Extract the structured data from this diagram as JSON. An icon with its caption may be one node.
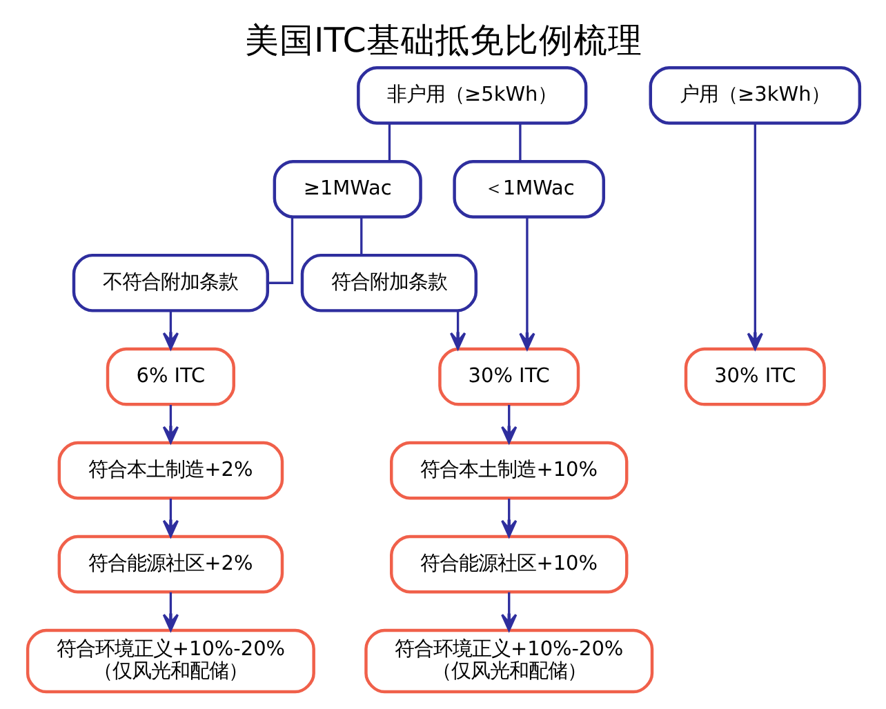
{
  "diagram": {
    "title": "美国ITC基础抵免比例梳理",
    "nodes": [
      {
        "text": [
          "非户用（≥5kWh）"
        ]
      },
      {
        "text": [
          "≥1MWac"
        ]
      },
      {
        "text": [
          "＜1MWac"
        ]
      },
      {
        "text": [
          "不符合附加条款"
        ]
      },
      {
        "text": [
          "符合附加条款"
        ]
      },
      {
        "text": [
          "6% ITC"
        ]
      },
      {
        "text": [
          "30% ITC"
        ]
      },
      {
        "text": [
          "符合本土制造+2%"
        ]
      },
      {
        "text": [
          "符合本土制造+10%"
        ]
      },
      {
        "text": [
          "符合能源社区+2%"
        ]
      },
      {
        "text": [
          "符合能源社区+10%"
        ]
      },
      {
        "text": [
          "符合环境正义+10%-20%",
          "（仅风光和配储）"
        ]
      },
      {
        "text": [
          "符合环境正义+10%-20%",
          "（仅风光和配储）"
        ]
      },
      {
        "text": [
          "户用（≥3kWh）"
        ]
      },
      {
        "text": [
          "30% ITC"
        ]
      }
    ],
    "edges": [
      {
        "from": 0,
        "to": 1,
        "arrow": "none"
      },
      {
        "from": 0,
        "to": 2,
        "arrow": "none"
      },
      {
        "from": 1,
        "to": 3,
        "arrow": "none"
      },
      {
        "from": 1,
        "to": 4,
        "arrow": "none"
      },
      {
        "from": 3,
        "to": 5,
        "arrow": "to"
      },
      {
        "from": 4,
        "to": 6,
        "arrow": "to"
      },
      {
        "from": 2,
        "to": 6,
        "arrow": "to"
      },
      {
        "from": 5,
        "to": 7,
        "arrow": "to"
      },
      {
        "from": 7,
        "to": 9,
        "arrow": "to"
      },
      {
        "from": 9,
        "to": 11,
        "arrow": "to"
      },
      {
        "from": 6,
        "to": 8,
        "arrow": "to"
      },
      {
        "from": 8,
        "to": 10,
        "arrow": "to"
      },
      {
        "from": 10,
        "to": 12,
        "arrow": "to"
      },
      {
        "from": 13,
        "to": 14,
        "arrow": "to"
      }
    ]
  }
}
